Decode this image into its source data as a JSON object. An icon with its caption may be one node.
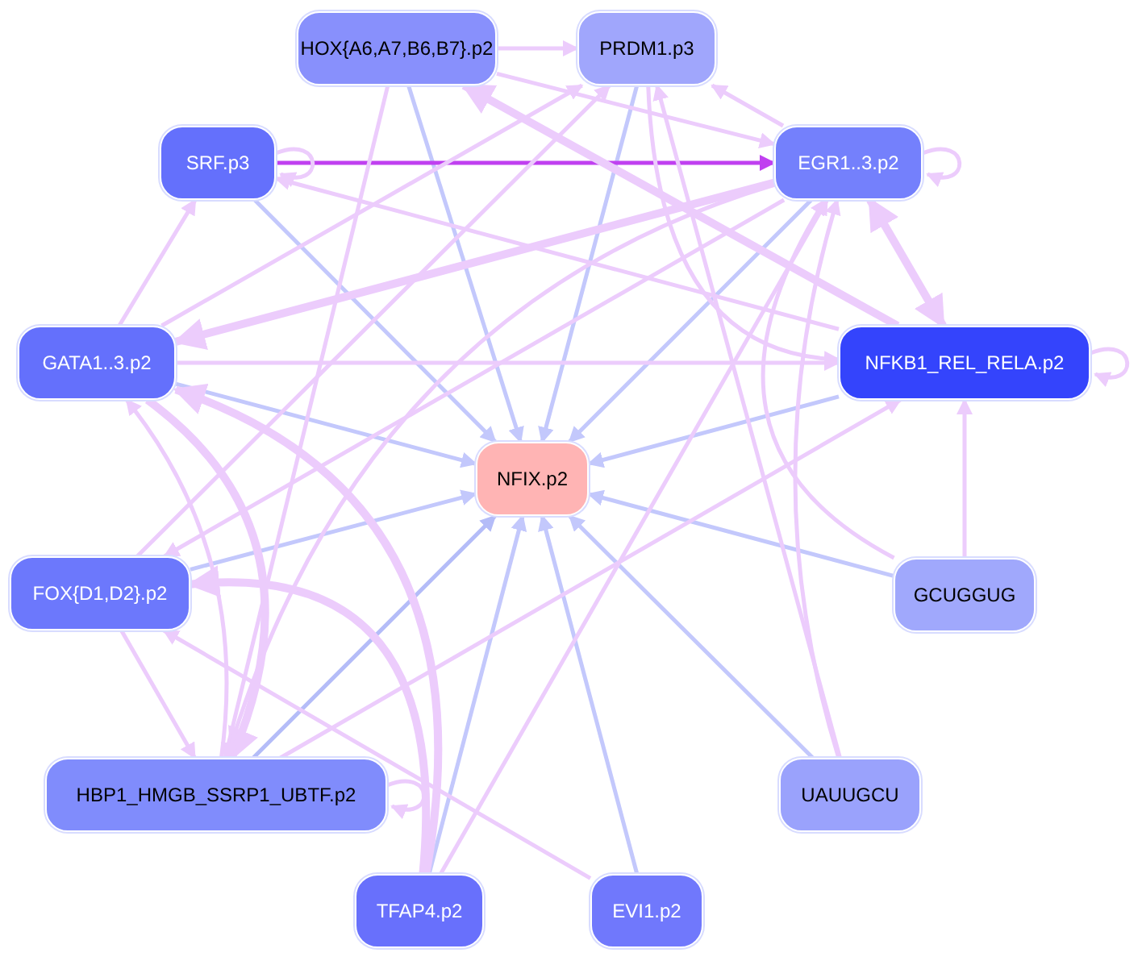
{
  "diagram": {
    "nodes": [
      {
        "text": [
          "HOX{A6,A7,B6,B7}.p2"
        ]
      },
      {
        "text": [
          "PRDM1.p3"
        ]
      },
      {
        "text": [
          "SRF.p3"
        ]
      },
      {
        "text": [
          "EGR1..3.p2"
        ]
      },
      {
        "text": [
          "GATA1..3.p2"
        ]
      },
      {
        "text": [
          "NFKB1_REL_RELA.p2"
        ]
      },
      {
        "text": [
          "NFIX.p2"
        ]
      },
      {
        "text": [
          "FOX{D1,D2}.p2"
        ]
      },
      {
        "text": [
          "GCUGGUG"
        ]
      },
      {
        "text": [
          "HBP1_HMGB_SSRP1_UBTF.p2"
        ]
      },
      {
        "text": [
          "UAUUGCU"
        ]
      },
      {
        "text": [
          "TFAP4.p2"
        ]
      },
      {
        "text": [
          "EVI1.p2"
        ]
      }
    ],
    "edges": [
      {
        "from": 0,
        "to": 6,
        "arrow": "to",
        "color": "#c3c8fc"
      },
      {
        "from": 1,
        "to": 6,
        "arrow": "to",
        "color": "#c3c8fc"
      },
      {
        "from": 2,
        "to": 6,
        "arrow": "to",
        "color": "#c3c8fc"
      },
      {
        "from": 3,
        "to": 6,
        "arrow": "to",
        "color": "#c3c8fc"
      },
      {
        "from": 4,
        "to": 6,
        "arrow": "to",
        "color": "#c3c8fc"
      },
      {
        "from": 5,
        "to": 6,
        "arrow": "to",
        "color": "#c3c8fc"
      },
      {
        "from": 7,
        "to": 6,
        "arrow": "to",
        "color": "#c3c8fc"
      },
      {
        "from": 8,
        "to": 6,
        "arrow": "to",
        "color": "#c3c8fc"
      },
      {
        "from": 9,
        "to": 6,
        "arrow": "to",
        "color": "#b4bcf8"
      },
      {
        "from": 10,
        "to": 6,
        "arrow": "to",
        "color": "#c3c8fc"
      },
      {
        "from": 11,
        "to": 6,
        "arrow": "to",
        "color": "#c3c8fc"
      },
      {
        "from": 12,
        "to": 6,
        "arrow": "to",
        "color": "#c3c8fc"
      },
      {
        "from": 2,
        "to": 3,
        "arrow": "to",
        "color": "#c040f0"
      },
      {
        "from": 0,
        "to": 1,
        "arrow": "to"
      },
      {
        "from": 2,
        "to": 2,
        "arrow": "to"
      },
      {
        "from": 3,
        "to": 3,
        "arrow": "to"
      },
      {
        "from": 5,
        "to": 5,
        "arrow": "to"
      },
      {
        "from": 9,
        "to": 9,
        "arrow": "to"
      },
      {
        "from": 3,
        "to": 1,
        "arrow": "to"
      },
      {
        "from": 5,
        "to": 2,
        "arrow": "to"
      },
      {
        "from": 3,
        "to": 4,
        "arrow": "to",
        "style": "thick"
      },
      {
        "from": 4,
        "to": 2,
        "arrow": "to"
      },
      {
        "from": 4,
        "to": 5,
        "arrow": "to"
      },
      {
        "from": 3,
        "to": 5,
        "arrow": "both",
        "style": "thick"
      },
      {
        "from": 5,
        "to": 0,
        "arrow": "to",
        "style": "thick"
      },
      {
        "from": 0,
        "to": 3,
        "arrow": "to"
      },
      {
        "from": 8,
        "to": 5,
        "arrow": "to"
      },
      {
        "from": 8,
        "to": 3,
        "arrow": "to"
      },
      {
        "from": 10,
        "to": 3,
        "arrow": "to"
      },
      {
        "from": 10,
        "to": 1,
        "arrow": "to"
      },
      {
        "from": 11,
        "to": 3,
        "arrow": "to"
      },
      {
        "from": 11,
        "to": 4,
        "arrow": "to",
        "style": "thick"
      },
      {
        "from": 11,
        "to": 7,
        "arrow": "to",
        "style": "thick"
      },
      {
        "from": 12,
        "to": 7,
        "arrow": "to"
      },
      {
        "from": 7,
        "to": 9,
        "arrow": "to"
      },
      {
        "from": 4,
        "to": 9,
        "arrow": "to",
        "style": "thick"
      },
      {
        "from": 0,
        "to": 9,
        "arrow": "to"
      },
      {
        "from": 3,
        "to": 7,
        "arrow": "to"
      },
      {
        "from": 7,
        "to": 1,
        "arrow": "to"
      },
      {
        "from": 3,
        "to": 9,
        "arrow": "to"
      },
      {
        "from": 9,
        "to": 5,
        "arrow": "to"
      },
      {
        "from": 1,
        "to": 5,
        "arrow": "to"
      },
      {
        "from": 9,
        "to": 4,
        "arrow": "to"
      },
      {
        "from": 4,
        "to": 1,
        "arrow": "to"
      }
    ]
  }
}
